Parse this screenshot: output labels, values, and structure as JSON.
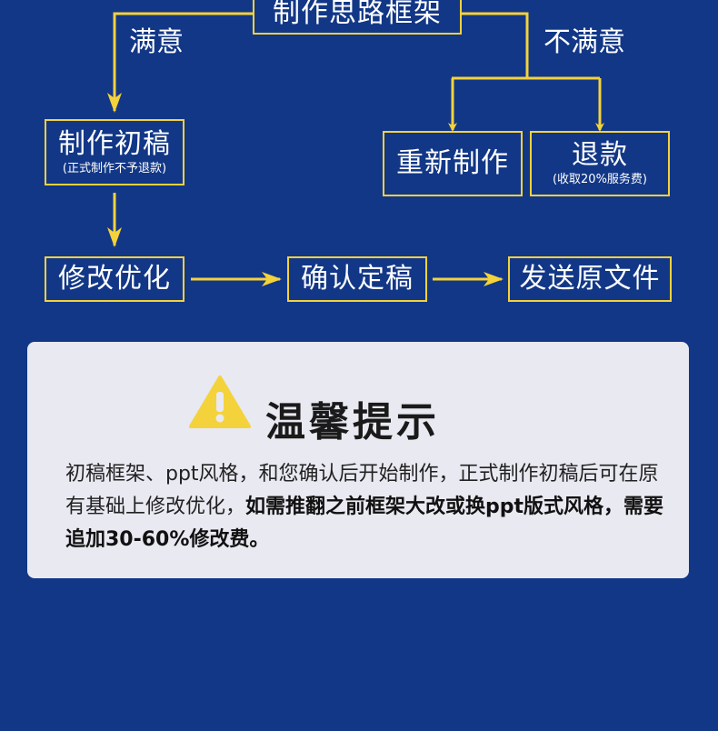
{
  "flow": {
    "title": "制作思路框架",
    "satisfied": "满意",
    "unsatisfied": "不满意",
    "draft": {
      "main": "制作初稿",
      "sub": "(正式制作不予退款)"
    },
    "remake": "重新制作",
    "refund": {
      "main": "退款",
      "sub": "(收取20%服务费)"
    },
    "revise": "修改优化",
    "confirm": "确认定稿",
    "send": "发送原文件"
  },
  "tip": {
    "title": "温馨提示",
    "text_normal": "初稿框架、ppt风格，和您确认后开始制作，正式制作初稿后可在原有基础上修改优化，",
    "text_bold": "如需推翻之前框架大改或换ppt版式风格，需要追加30-60%修改费。"
  },
  "colors": {
    "background": "#123787",
    "accent": "#f4d23b",
    "card": "#e8e9f1"
  },
  "icons": {
    "warning": "warning-icon"
  }
}
